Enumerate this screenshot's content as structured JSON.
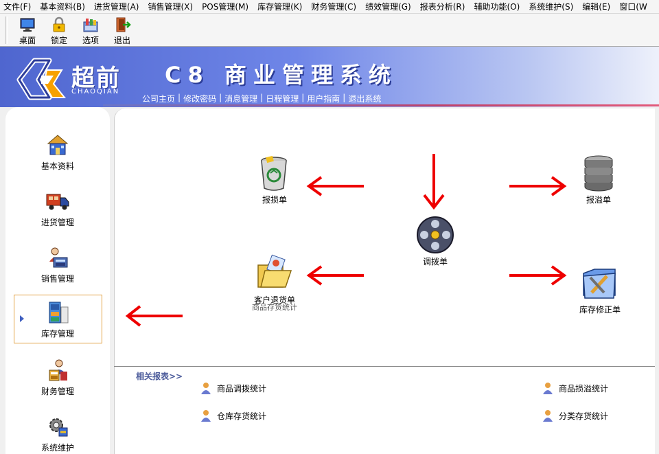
{
  "menu": [
    "文件(F)",
    "基本资料(B)",
    "进货管理(A)",
    "销售管理(X)",
    "POS管理(M)",
    "库存管理(K)",
    "财务管理(C)",
    "绩效管理(G)",
    "报表分析(R)",
    "辅助功能(O)",
    "系统维护(S)",
    "编辑(E)",
    "窗口(W"
  ],
  "toolbar": {
    "desktop": "桌面",
    "lock": "锁定",
    "options": "选项",
    "exit": "退出"
  },
  "header": {
    "logo_cn": "超前",
    "logo_en": "CHAOQIAN",
    "title": "C8 商业管理系统",
    "nav": [
      "公司主页",
      "修改密码",
      "消息管理",
      "日程管理",
      "用户指南",
      "退出系统"
    ]
  },
  "sidebar": {
    "items": [
      "基本资料",
      "进货管理",
      "销售管理",
      "库存管理",
      "财务管理",
      "系统维护"
    ],
    "selected": "库存管理"
  },
  "flow": {
    "loss": "报损单",
    "overflow": "报溢单",
    "transfer": "调拨单",
    "customer_return": "客户退货单",
    "customer_return_overlap": "商品存货统计",
    "stock_correction": "库存修正单"
  },
  "related": {
    "title": "相关报表>>",
    "links": [
      "商品调拨统计",
      "仓库存货统计",
      "商品损溢统计",
      "分类存货统计"
    ]
  },
  "colors": {
    "arrow": "#ee0000",
    "banner": "#5b73d8",
    "accent": "#e2a040"
  }
}
